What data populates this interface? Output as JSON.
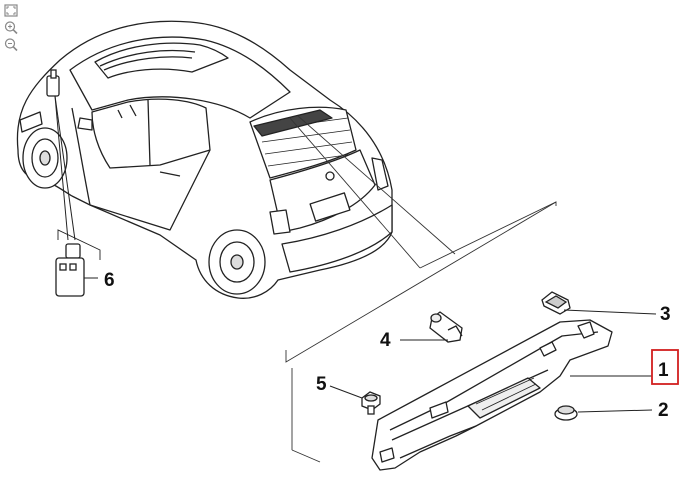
{
  "toolbar": {
    "tools": [
      {
        "name": "fit-to-window-icon"
      },
      {
        "name": "zoom-in-icon"
      },
      {
        "name": "zoom-out-icon"
      }
    ]
  },
  "callouts": [
    {
      "id": "1",
      "label": "1",
      "highlighted": true
    },
    {
      "id": "2",
      "label": "2",
      "highlighted": false
    },
    {
      "id": "3",
      "label": "3",
      "highlighted": false
    },
    {
      "id": "4",
      "label": "4",
      "highlighted": false
    },
    {
      "id": "5",
      "label": "5",
      "highlighted": false
    },
    {
      "id": "6",
      "label": "6",
      "highlighted": false
    }
  ],
  "colors": {
    "line": "#222222",
    "highlight_box": "#d21f1f",
    "fill": "#ffffff",
    "shade": "#e6e6e6"
  }
}
